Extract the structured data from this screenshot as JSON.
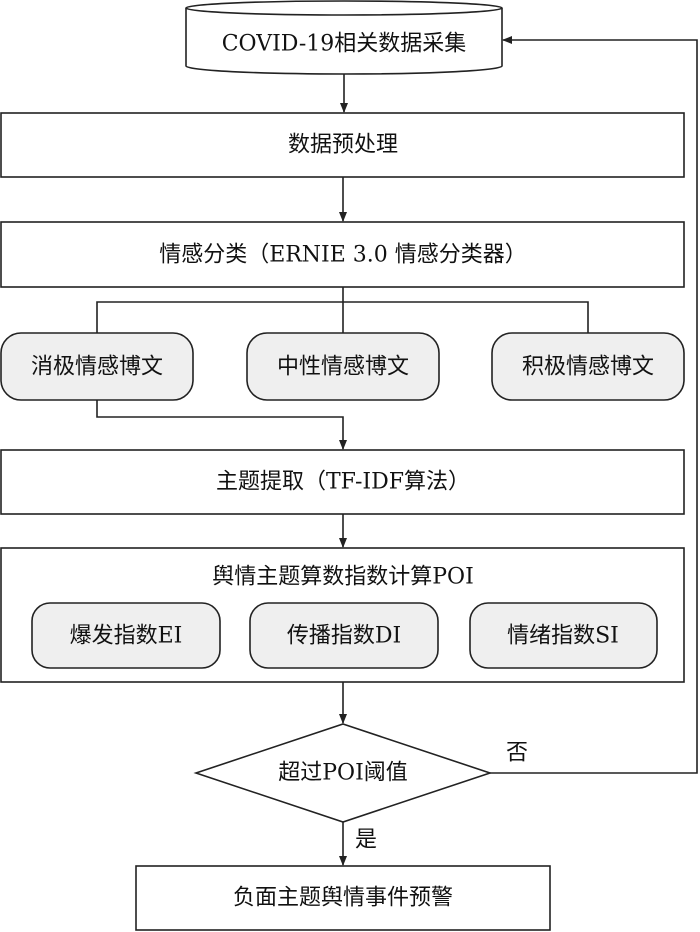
{
  "nodes": {
    "collect": "COVID-19相关数据采集",
    "preprocess": "数据预处理",
    "classify": "情感分类（ERNIE 3.0 情感分类器）",
    "negative": "消极情感博文",
    "neutral": "中性情感博文",
    "positive": "积极情感博文",
    "topic": "主题提取（TF-IDF算法）",
    "poi_title": "舆情主题算数指数计算POI",
    "ei": "爆发指数EI",
    "di": "传播指数DI",
    "si": "情绪指数SI",
    "decision": "超过POI阈值",
    "warning": "负面主题舆情事件预警"
  },
  "edges": {
    "no_label": "否",
    "yes_label": "是"
  }
}
